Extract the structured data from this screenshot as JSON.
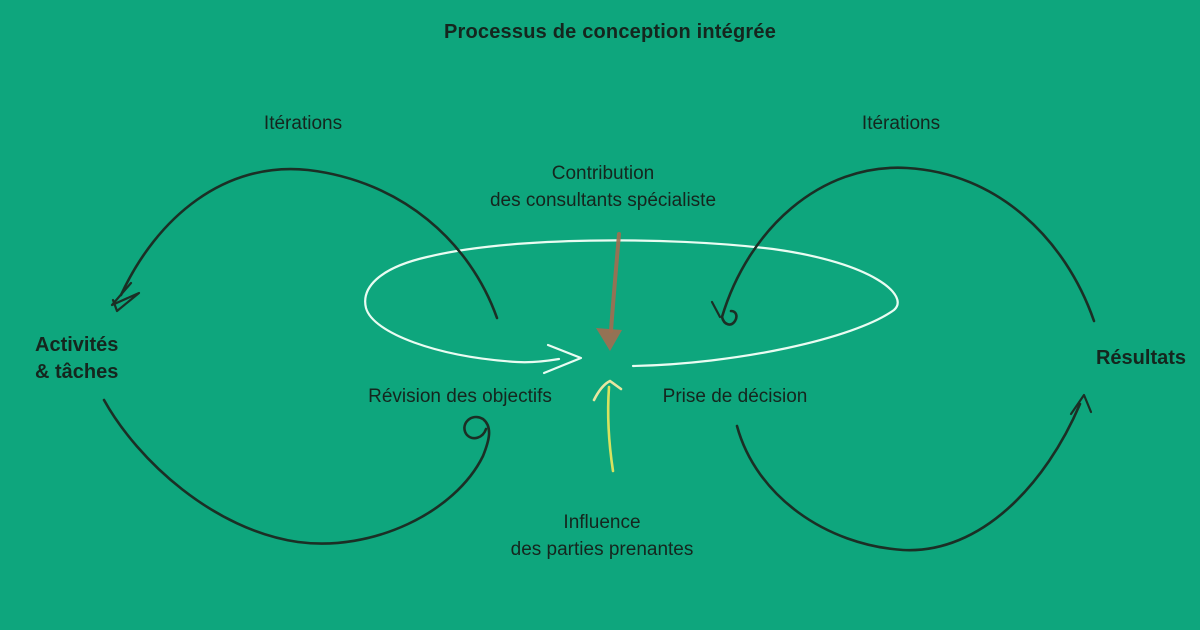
{
  "title": "Processus de conception intégrée",
  "labels": {
    "iterations_left": "Itérations",
    "iterations_right": "Itérations",
    "contribution_line1": "Contribution",
    "contribution_line2": "des consultants spécialiste",
    "activites_line1": "Activités",
    "activites_line2": "& tâches",
    "resultats": "Résultats",
    "revision": "Révision des objectifs",
    "prise": "Prise de décision",
    "influence_line1": "Influence",
    "influence_line2": "des parties prenantes"
  },
  "colors": {
    "background": "#0EA67D",
    "ink_text": "#15261E",
    "ink_stroke": "#1B2F25",
    "loop_white": "#E9FCF2",
    "arrow_brown": "#A06E50",
    "arrow_yellow": "#D7E25F",
    "arrow_yellow_head": "#E8E6A0"
  }
}
